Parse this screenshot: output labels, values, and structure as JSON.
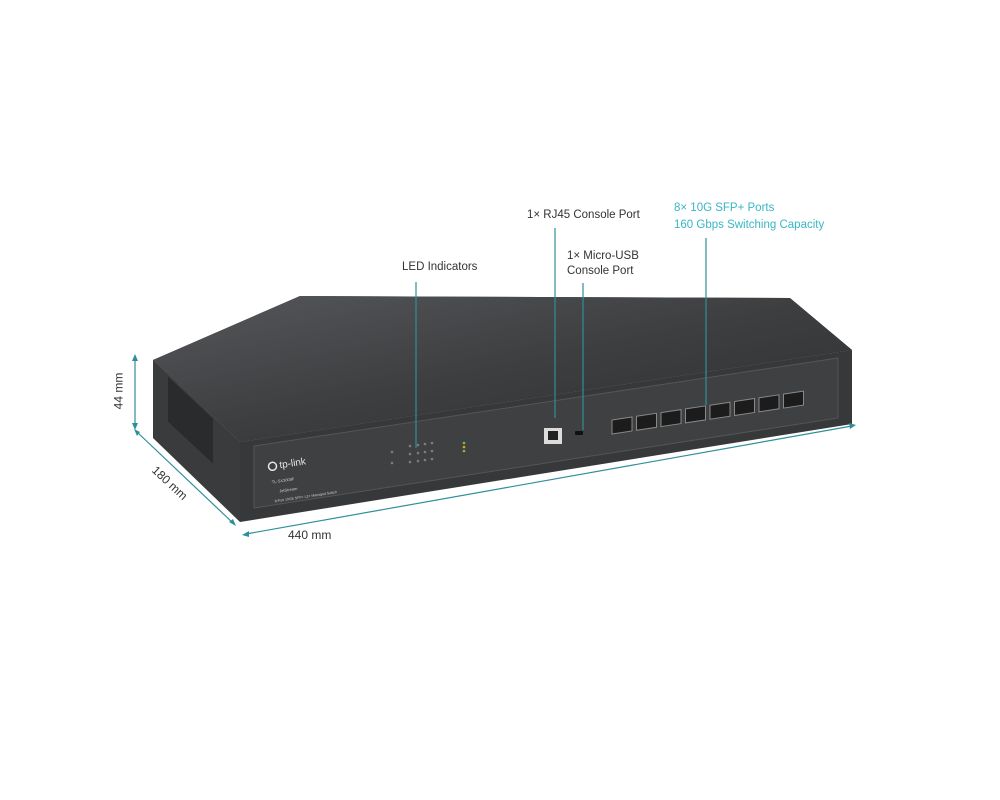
{
  "callouts": {
    "led": "LED Indicators",
    "rj45": "1× RJ45 Console Port",
    "usb_line1": "1× Micro-USB",
    "usb_line2": "Console Port",
    "sfp_line1": "8× 10G SFP+ Ports",
    "sfp_line2": "160 Gbps Switching Capacity"
  },
  "dimensions": {
    "height": "44 mm",
    "depth": "180 mm",
    "width": "440 mm"
  },
  "device": {
    "brand": "tp-link",
    "model": "TL-SX3008F",
    "series": "JetStream",
    "description": "8-Port 10GE SFP+ L2+ Managed Switch"
  },
  "colors": {
    "accent": "#38b6c4",
    "leader_line": "#2f8f99",
    "chassis": "#3a3b3d"
  }
}
